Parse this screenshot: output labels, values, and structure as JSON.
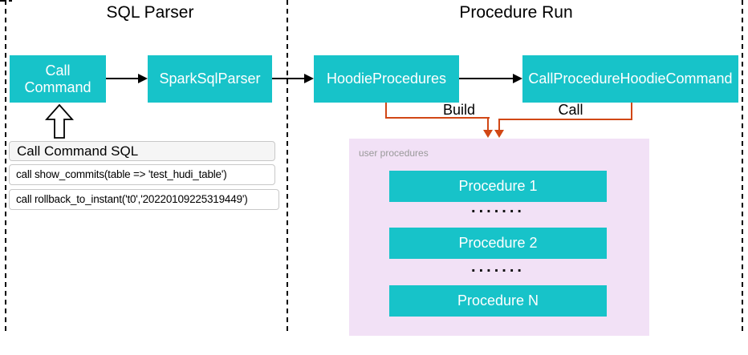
{
  "diagram": {
    "sections": {
      "sql_parser_title": "SQL Parser",
      "procedure_run_title": "Procedure Run"
    },
    "nodes": {
      "call_command": "Call Command",
      "spark_sql_parser": "SparkSqlParser",
      "hoodie_procedures": "HoodieProcedures",
      "call_procedure_hoodie_command": "CallProcedureHoodieCommand"
    },
    "edge_labels": {
      "build": "Build",
      "call": "Call"
    },
    "sql_panel": {
      "header": "Call Command SQL",
      "rows": [
        "call show_commits(table => 'test_hudi_table')",
        "call rollback_to_instant('t0','20220109225319449')"
      ]
    },
    "user_procedures": {
      "label": "user procedures",
      "items": [
        "Procedure 1",
        "Procedure 2",
        "Procedure N"
      ],
      "ellipsis": "......."
    },
    "colors": {
      "node_fill": "#17C3C9",
      "connector_orange": "#D14715",
      "user_procedures_fill": "#F2E1F6",
      "panel_header_fill": "#F5F5F5"
    }
  }
}
